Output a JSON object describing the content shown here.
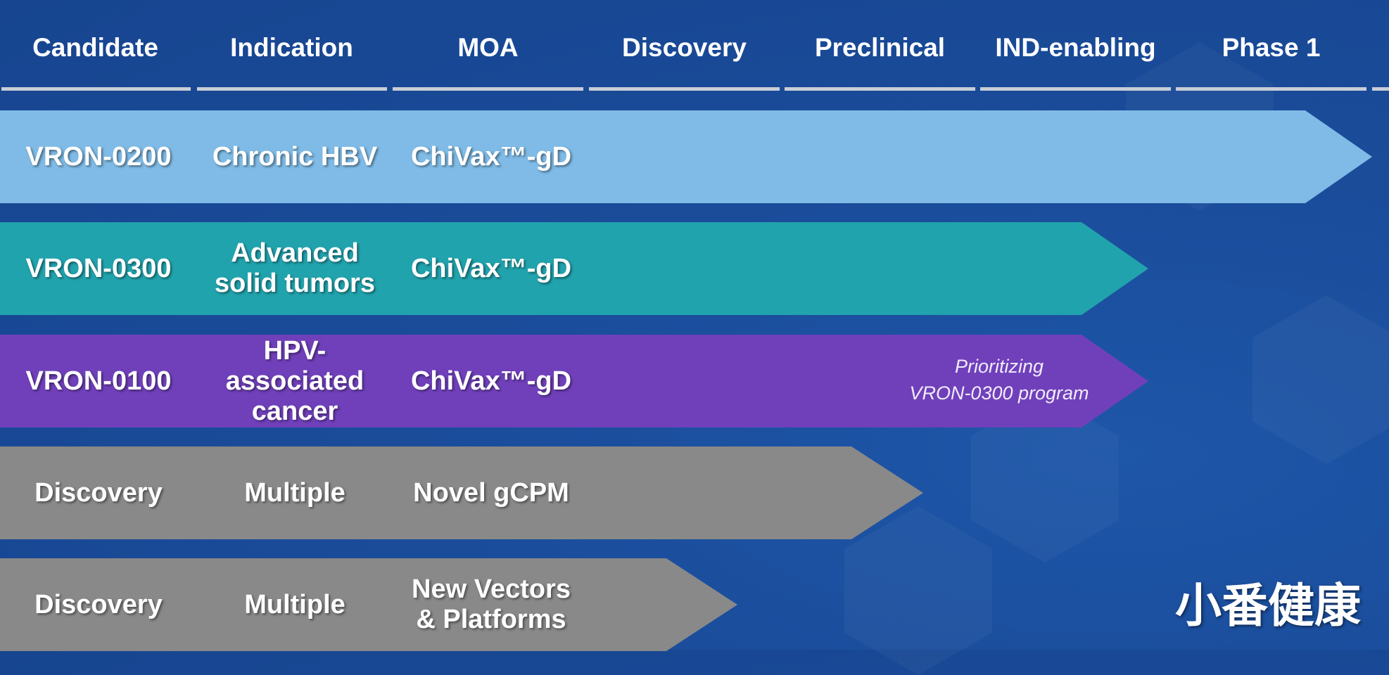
{
  "headers": [
    "Candidate",
    "Indication",
    "MOA",
    "Discovery",
    "Preclinical",
    "IND-enabling",
    "Phase 1"
  ],
  "rows": [
    {
      "candidate": "VRON-0200",
      "indication": "Chronic HBV",
      "moa": "ChiVax™-gD",
      "color": "#7fbbe6",
      "progress_stage": "Phase 1"
    },
    {
      "candidate": "VRON-0300",
      "indication": "Advanced\nsolid tumors",
      "moa": "ChiVax™-gD",
      "color": "#21a3ad",
      "progress_stage": "IND-enabling"
    },
    {
      "candidate": "VRON-0100",
      "indication": "HPV-\nassociated\ncancer",
      "moa": "ChiVax™-gD",
      "color": "#7040bb",
      "progress_stage": "IND-enabling",
      "note": "Prioritizing\nVRON-0300 program"
    },
    {
      "candidate": "Discovery",
      "indication": "Multiple",
      "moa": "Novel gCPM",
      "color": "#898989",
      "progress_stage": "Preclinical"
    },
    {
      "candidate": "Discovery",
      "indication": "Multiple",
      "moa": "New Vectors\n& Platforms",
      "color": "#898989",
      "progress_stage": "Discovery"
    }
  ],
  "watermark": "小番健康"
}
